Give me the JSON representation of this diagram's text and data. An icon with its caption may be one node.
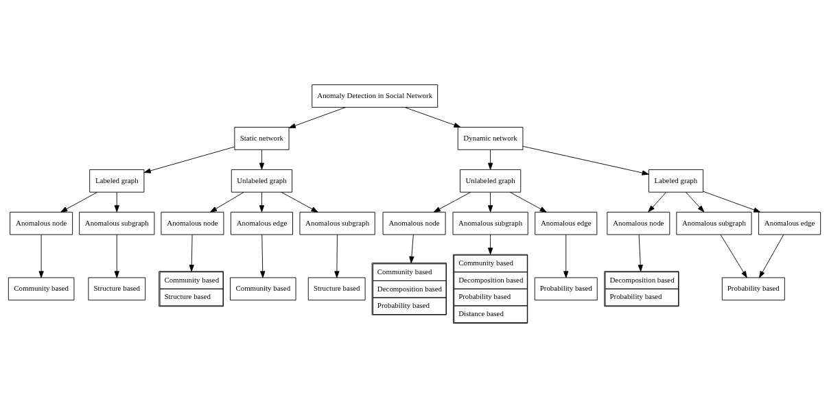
{
  "diagram": {
    "nodes": [
      {
        "text": [
          "Anomaly Detection in Social Network"
        ]
      },
      {
        "text": [
          "Static network"
        ]
      },
      {
        "text": [
          "Dynamic network"
        ]
      },
      {
        "text": [
          "Labeled graph"
        ]
      },
      {
        "text": [
          "Unlabeled graph"
        ]
      },
      {
        "text": [
          "Unlabeled graph"
        ]
      },
      {
        "text": [
          "Labeled graph"
        ]
      },
      {
        "text": [
          "Anomalous node"
        ]
      },
      {
        "text": [
          "Anomalous subgraph"
        ]
      },
      {
        "text": [
          "Anomalous node"
        ]
      },
      {
        "text": [
          "Anomalous edge"
        ]
      },
      {
        "text": [
          "Anomalous subgraph"
        ]
      },
      {
        "text": [
          "Anomalous node"
        ]
      },
      {
        "text": [
          "Anomalous subgraph"
        ]
      },
      {
        "text": [
          "Anomalous edge"
        ]
      },
      {
        "text": [
          "Anomalous node"
        ]
      },
      {
        "text": [
          "Anomalous subgraph"
        ]
      },
      {
        "text": [
          "Anomalous edge"
        ]
      },
      {
        "text": [
          "Community based"
        ]
      },
      {
        "text": [
          "Structure based"
        ]
      },
      {
        "text": [
          "Community based",
          "Structure based"
        ]
      },
      {
        "text": [
          "Community based"
        ]
      },
      {
        "text": [
          "Structure based"
        ]
      },
      {
        "text": [
          "Community based",
          "Decomposition based",
          "Probability based"
        ]
      },
      {
        "text": [
          "Community based",
          "Decomposition based",
          "Probability based",
          "Distance based"
        ]
      },
      {
        "text": [
          "Probability based"
        ]
      },
      {
        "text": [
          "Decomposition based",
          "Probability based"
        ]
      },
      {
        "text": [
          "Probability based"
        ]
      }
    ],
    "edges": [
      {
        "from": 0,
        "to": 1,
        "arrow": "to"
      },
      {
        "from": 0,
        "to": 2,
        "arrow": "to"
      },
      {
        "from": 1,
        "to": 3,
        "arrow": "to"
      },
      {
        "from": 1,
        "to": 4,
        "arrow": "to"
      },
      {
        "from": 2,
        "to": 5,
        "arrow": "to"
      },
      {
        "from": 2,
        "to": 6,
        "arrow": "to"
      },
      {
        "from": 3,
        "to": 7,
        "arrow": "to"
      },
      {
        "from": 3,
        "to": 8,
        "arrow": "to"
      },
      {
        "from": 4,
        "to": 9,
        "arrow": "to"
      },
      {
        "from": 4,
        "to": 10,
        "arrow": "to"
      },
      {
        "from": 4,
        "to": 11,
        "arrow": "to"
      },
      {
        "from": 5,
        "to": 12,
        "arrow": "to"
      },
      {
        "from": 5,
        "to": 13,
        "arrow": "to"
      },
      {
        "from": 5,
        "to": 14,
        "arrow": "to"
      },
      {
        "from": 6,
        "to": 15,
        "arrow": "to"
      },
      {
        "from": 6,
        "to": 16,
        "arrow": "to"
      },
      {
        "from": 6,
        "to": 17,
        "arrow": "to"
      },
      {
        "from": 7,
        "to": 18,
        "arrow": "to"
      },
      {
        "from": 8,
        "to": 19,
        "arrow": "to"
      },
      {
        "from": 9,
        "to": 20,
        "arrow": "to"
      },
      {
        "from": 10,
        "to": 21,
        "arrow": "to"
      },
      {
        "from": 11,
        "to": 22,
        "arrow": "to"
      },
      {
        "from": 12,
        "to": 23,
        "arrow": "to"
      },
      {
        "from": 13,
        "to": 24,
        "arrow": "to"
      },
      {
        "from": 14,
        "to": 25,
        "arrow": "to"
      },
      {
        "from": 15,
        "to": 26,
        "arrow": "to"
      },
      {
        "from": 16,
        "to": 27,
        "arrow": "to"
      },
      {
        "from": 17,
        "to": 27,
        "arrow": "to"
      }
    ]
  }
}
